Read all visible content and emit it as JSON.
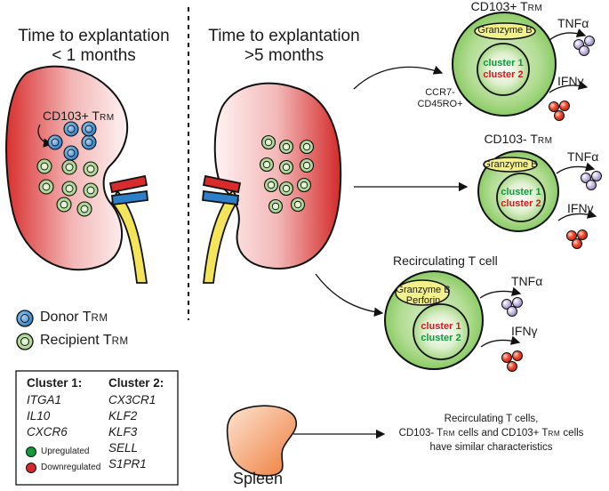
{
  "left_panel": {
    "title_line1": "Time to explantation",
    "title_line2": "< 1 months",
    "cd103_label_prefix": "CD103+ T",
    "cd103_label_sub": "RM"
  },
  "right_panel": {
    "title_line1": "Time to explantation",
    "title_line2": ">5 months"
  },
  "cell_top": {
    "title_prefix": "CD103+ T",
    "title_sub": "RM",
    "granzyme": "Granzyme B",
    "cluster_a": "cluster 1",
    "cluster_b": "cluster 2",
    "marker_line1": "CCR7-",
    "marker_line2": "CD45RO+",
    "tnf": "TNFα",
    "ifn": "IFNγ"
  },
  "cell_mid": {
    "title_prefix": "CD103- T",
    "title_sub": "RM",
    "granzyme": "Granzyme B",
    "cluster_a": "cluster 1",
    "cluster_b": "cluster 2",
    "tnf": "TNFα",
    "ifn": "IFNγ"
  },
  "cell_bottom": {
    "title": "Recirculating T cell",
    "granzyme_line1": "Granzyme B",
    "granzyme_line2": "Perforin",
    "cluster_a": "cluster 1",
    "cluster_b": "cluster 2",
    "tnf": "TNFα",
    "ifn": "IFNγ"
  },
  "legend": {
    "donor_prefix": "Donor T",
    "donor_sub": "RM",
    "recipient_prefix": "Recipient T",
    "recipient_sub": "RM"
  },
  "cluster_box": {
    "cluster1_title": "Cluster 1:",
    "cluster1_genes": [
      "ITGA1",
      "IL10",
      "CXCR6"
    ],
    "cluster2_title": "Cluster 2:",
    "cluster2_genes": [
      "CX3CR1",
      "KLF2",
      "KLF3",
      "SELL",
      "S1PR1"
    ],
    "upregulated": "Upregulated",
    "downregulated": "Downregulated"
  },
  "spleen": {
    "label": "Spleen",
    "note_line1": "Recirculating T cells,",
    "note_line2_a": "CD103- T",
    "note_line2_sub1": "RM",
    "note_line2_b": " cells and CD103+ T",
    "note_line2_sub2": "RM",
    "note_line2_c": " cells",
    "note_line3": "have similar characteristics"
  },
  "colors": {
    "kidney_edge": "#d42a2a",
    "cell_green_outer": "#9cd27a",
    "cell_green_inner": "#c6e7b0",
    "donor_blue": "#2e7fc8",
    "recipient_green": "#8cc66a",
    "cytokine_red": "#e0331f",
    "cytokine_purple": "#9a86c9",
    "spleen_orange": "#f0884a",
    "up_green": "#119b3a",
    "down_red": "#d62a2a",
    "granzyme_yellow": "#f2f08a"
  }
}
